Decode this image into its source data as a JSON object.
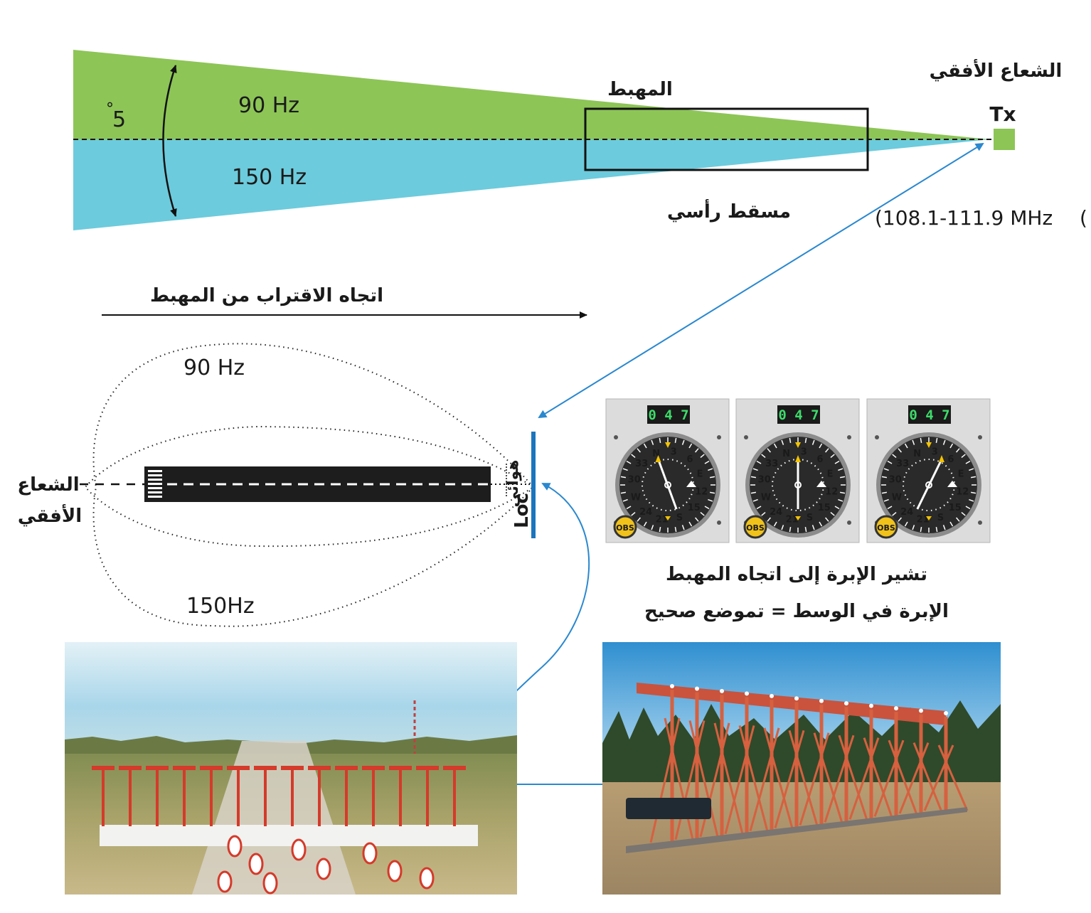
{
  "top_diagram": {
    "tx_label": "Tx",
    "horizontal_beam_label": "الشعاع الأفقي",
    "runway_label": "المهبط",
    "vertical_projection_label": "مسقط رأسي",
    "frequency_range_label": "(108.1-111.9 MHz",
    "frequency_open_paren": "(",
    "angle_label": "5",
    "angle_degree": "°",
    "upper_lobe_label": "90 Hz",
    "lower_lobe_label": "150 Hz",
    "upper_color": "#8dc556",
    "lower_color": "#6ccbdc"
  },
  "approach_label": "اتجاه الاقتراب من المهبط",
  "plan_view": {
    "upper_lobe_label": "90 Hz",
    "lower_lobe_label": "150Hz",
    "antenna_label": "هوائي",
    "loc_label": "Loc",
    "beam_label_line1": "الشعاع",
    "beam_label_line2": "الأفقي",
    "antenna_color": "#1b75bc"
  },
  "instruments": {
    "heading_readout": "0 4 7",
    "obs_label": "OBS",
    "dial_numbers": [
      "N",
      "3",
      "6",
      "E",
      "12",
      "15",
      "S",
      "21",
      "24",
      "W",
      "30",
      "33"
    ],
    "needle_positions": [
      -0.45,
      0,
      0.6
    ],
    "caption_line1": "تشير الإبرة إلى اتجاه المهبط",
    "caption_line2": "الإبرة في الوسط = تموضع صحيح",
    "readout_color": "#3ddc6a"
  },
  "arrow_color": "#2a88cf"
}
